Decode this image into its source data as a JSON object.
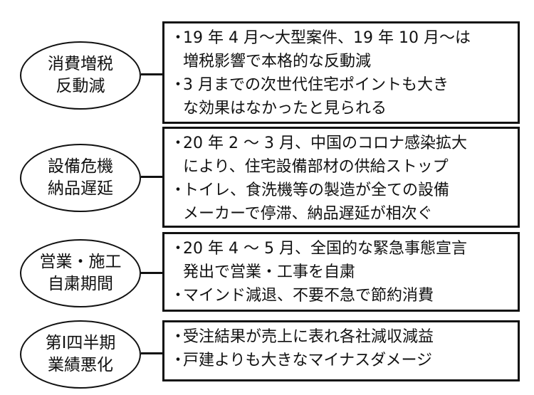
{
  "groups": [
    {
      "label_lines": [
        "消費増税",
        "反動減"
      ],
      "bullets": [
        [
          "19 年 4 月～大型案件、19 年 10 月～は",
          "増税影響で本格的な反動減"
        ],
        [
          "3 月までの次世代住宅ポイントも大き",
          "な効果はなかったと見られる"
        ]
      ]
    },
    {
      "label_lines": [
        "設備危機",
        "納品遅延"
      ],
      "bullets": [
        [
          "20 年 2 ～ 3 月、中国のコロナ感染拡大",
          "により、住宅設備部材の供給ストップ"
        ],
        [
          "トイレ、食洗機等の製造が全ての設備",
          "メーカーで停滞、納品遅延が相次ぐ"
        ]
      ]
    },
    {
      "label_lines": [
        "営業・施工",
        "自粛期間"
      ],
      "bullets": [
        [
          "20 年 4 ～ 5 月、全国的な緊急事態宣言",
          "発出で営業・工事を自粛"
        ],
        [
          "マインド減退、不要不急で節約消費"
        ]
      ]
    },
    {
      "label_lines": [
        "第Ⅰ四半期",
        "業績悪化"
      ],
      "bullets": [
        [
          "受注結果が売上に表れ各社減収減益"
        ],
        [
          "戸建よりも大きなマイナスダメージ"
        ]
      ]
    }
  ],
  "bullet_mark": "・"
}
